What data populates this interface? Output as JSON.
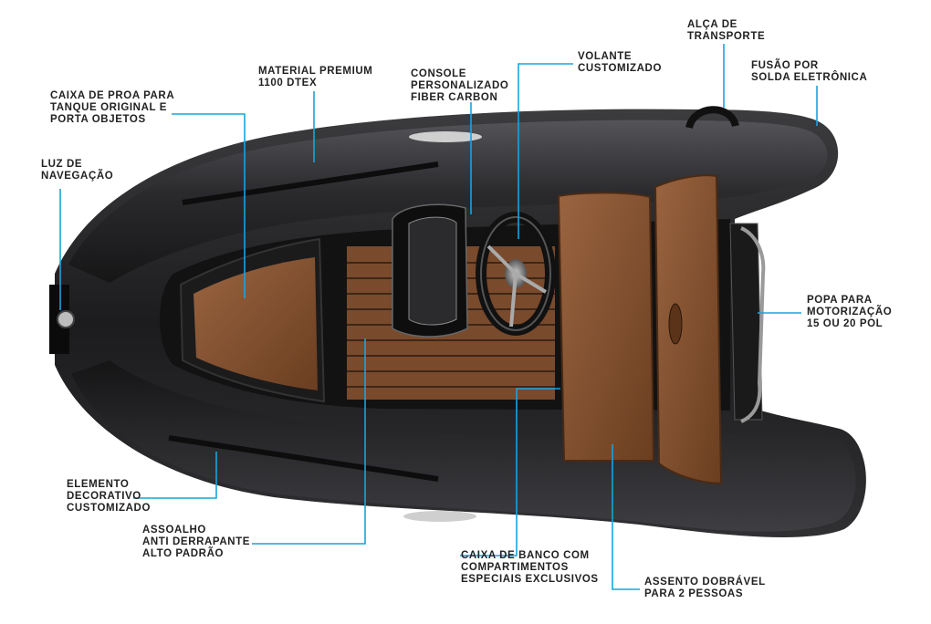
{
  "colors": {
    "hull": "#2a2a2c",
    "hull_dark": "#161617",
    "hull_highlight": "#4a4a4d",
    "leather": "#8a5532",
    "leather_dark": "#5e3519",
    "deck": "#7a4a2c",
    "leader": "#1aa3dc",
    "text": "#222222"
  },
  "callouts": [
    {
      "id": "luz-navegacao",
      "lines": [
        "LUZ DE",
        "NAVEGAÇÃO"
      ]
    },
    {
      "id": "caixa-proa",
      "lines": [
        "CAIXA DE PROA PARA",
        "TANQUE ORIGINAL E",
        "PORTA OBJETOS"
      ]
    },
    {
      "id": "material-premium",
      "lines": [
        "MATERIAL PREMIUM",
        "1100 DTEX"
      ]
    },
    {
      "id": "console",
      "lines": [
        "CONSOLE",
        "PERSONALIZADO",
        "FIBER CARBON"
      ]
    },
    {
      "id": "volante",
      "lines": [
        "VOLANTE",
        "CUSTOMIZADO"
      ]
    },
    {
      "id": "alca-transporte",
      "lines": [
        "ALÇA DE",
        "TRANSPORTE"
      ]
    },
    {
      "id": "fusao",
      "lines": [
        "FUSÃO POR",
        "SOLDA ELETRÔNICA"
      ]
    },
    {
      "id": "popa",
      "lines": [
        "POPA PARA",
        "MOTORIZAÇÃO",
        "15 OU 20 POL"
      ]
    },
    {
      "id": "elemento-decorativo",
      "lines": [
        "ELEMENTO",
        "DECORATIVO",
        "CUSTOMIZADO"
      ]
    },
    {
      "id": "assoalho",
      "lines": [
        "ASSOALHO",
        "ANTI DERRAPANTE",
        "ALTO PADRÃO"
      ]
    },
    {
      "id": "caixa-banco",
      "lines": [
        "CAIXA DE BANCO COM",
        "COMPARTIMENTOS",
        "ESPECIAIS EXCLUSIVOS"
      ]
    },
    {
      "id": "assento",
      "lines": [
        "ASSENTO DOBRÁVEL",
        "PARA 2 PESSOAS"
      ]
    }
  ]
}
